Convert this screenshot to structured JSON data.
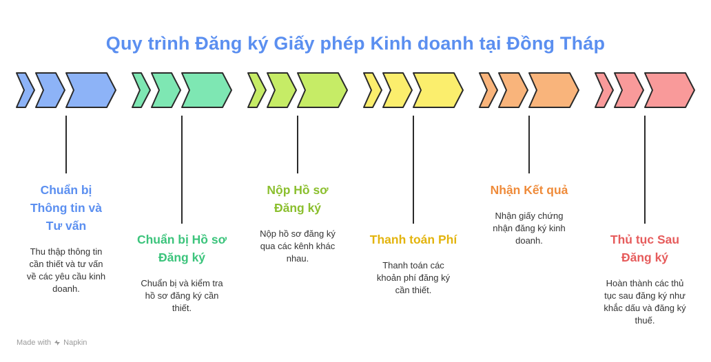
{
  "title": "Quy trình Đăng ký Giấy phép Kinh doanh tại Đồng Tháp",
  "steps": [
    {
      "title": "Chuẩn bị Thông tin và Tư vấn",
      "title_lines": [
        "Chuẩn bị",
        "Thông tin và",
        "Tư vấn"
      ],
      "description": "Thu thập thông tin cần thiết và tư vấn về các yêu cầu kinh doanh.",
      "desc_lines": [
        "Thu thập thông tin",
        "cần thiết và tư vấn",
        "về các yêu cầu kinh",
        "doanh."
      ],
      "color": "#5b8ff0",
      "fill": "#8db3f7",
      "stroke": "#2a2a2a",
      "position": "below"
    },
    {
      "title": "Chuẩn bị Hồ sơ Đăng ký",
      "title_lines": [
        "Chuẩn bị Hồ sơ",
        "Đăng ký"
      ],
      "description": "Chuẩn bị và kiểm tra hồ sơ đăng ký cần thiết.",
      "desc_lines": [
        "Chuẩn bị và kiểm tra",
        "hồ sơ đăng ký cần",
        "thiết."
      ],
      "color": "#3cc47c",
      "fill": "#7ee7b3",
      "stroke": "#2a2a2a",
      "position": "lower"
    },
    {
      "title": "Nộp Hồ sơ Đăng ký",
      "title_lines": [
        "Nộp Hồ sơ",
        "Đăng ký"
      ],
      "description": "Nộp hồ sơ đăng ký qua các kênh khác nhau.",
      "desc_lines": [
        "Nộp hồ sơ đăng ký",
        "qua các kênh khác",
        "nhau."
      ],
      "color": "#8bbf2e",
      "fill": "#c6ec66",
      "stroke": "#2a2a2a",
      "position": "below"
    },
    {
      "title": "Thanh toán Phí",
      "title_lines": [
        "Thanh toán Phí"
      ],
      "description": "Thanh toán các khoản phí đăng ký cần thiết.",
      "desc_lines": [
        "Thanh toán các",
        "khoản phí đăng ký",
        "cần thiết."
      ],
      "color": "#e3b40e",
      "fill": "#fbee6d",
      "stroke": "#2a2a2a",
      "position": "lower"
    },
    {
      "title": "Nhận Kết quả",
      "title_lines": [
        "Nhận Kết quả"
      ],
      "description": "Nhận giấy chứng nhận đăng ký kinh doanh.",
      "desc_lines": [
        "Nhận giấy chứng",
        "nhận đăng ký kinh",
        "doanh."
      ],
      "color": "#ef8b3a",
      "fill": "#f9b47b",
      "stroke": "#2a2a2a",
      "position": "below"
    },
    {
      "title": "Thủ tục Sau Đăng ký",
      "title_lines": [
        "Thủ tục Sau",
        "Đăng ký"
      ],
      "description": "Hoàn thành các thủ tục sau đăng ký như khắc dấu và đăng ký thuế.",
      "desc_lines": [
        "Hoàn thành các thủ",
        "tục sau đăng ký như",
        "khắc dấu và đăng ký",
        "thuế."
      ],
      "color": "#e65c5c",
      "fill": "#f99a9a",
      "stroke": "#2a2a2a",
      "position": "lower"
    }
  ],
  "footer": {
    "made_with": "Made with",
    "brand": "Napkin"
  }
}
